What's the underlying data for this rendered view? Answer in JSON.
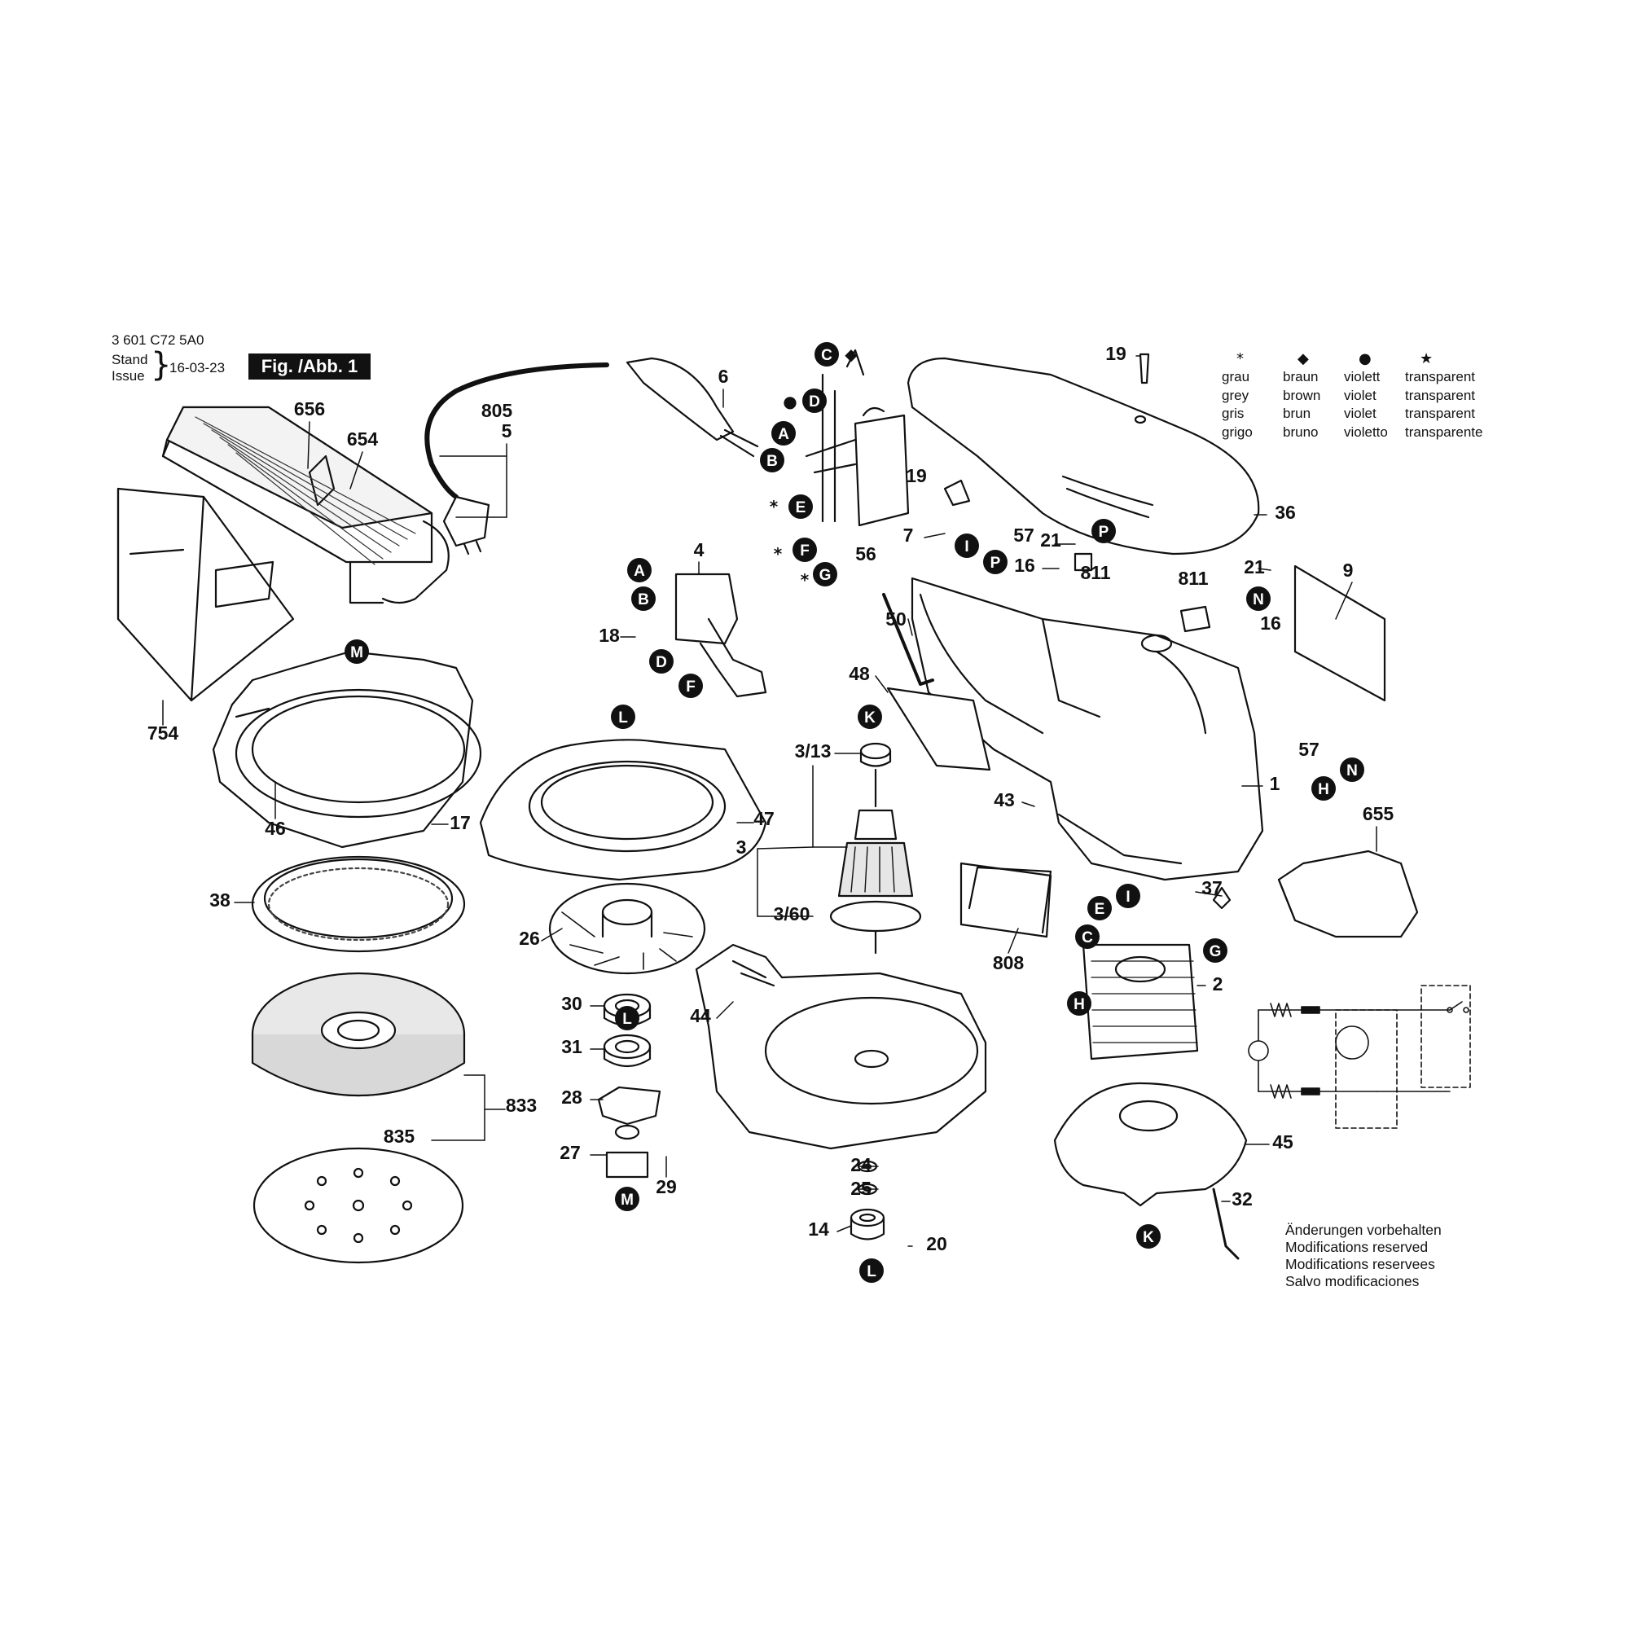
{
  "header": {
    "doc_number": "3 601 C72 5A0",
    "stand_label": "Stand",
    "issue_label": "Issue",
    "date": "16-03-23",
    "figure_label": "Fig. /Abb. 1"
  },
  "legend": {
    "columns": [
      {
        "symbol": "*",
        "labels": [
          "grau",
          "grey",
          "gris",
          "grigo"
        ]
      },
      {
        "symbol": "◆",
        "labels": [
          "braun",
          "brown",
          "brun",
          "bruno"
        ]
      },
      {
        "symbol": "●",
        "labels": [
          "violett",
          "violet",
          "violet",
          "violetto"
        ]
      },
      {
        "symbol": "★",
        "labels": [
          "transparent",
          "transparent",
          "transparent",
          "transparente"
        ]
      }
    ]
  },
  "notes": [
    "Änderungen vorbehalten",
    "Modifications reserved",
    "Modifications reservees",
    "Salvo modificaciones"
  ],
  "callouts": [
    "A",
    "B",
    "C",
    "D",
    "E",
    "F",
    "G",
    "H",
    "I",
    "K",
    "L",
    "M",
    "N",
    "P"
  ],
  "markers": {
    "star": "*",
    "diamond": "◆",
    "dot": "●"
  },
  "part_numbers": {
    "p1": "1",
    "p2": "2",
    "p3": "3",
    "p3_13": "3/13",
    "p3_60": "3/60",
    "p4": "4",
    "p5": "5",
    "p6": "6",
    "p7": "7",
    "p9": "9",
    "p14": "14",
    "p16": "16",
    "p17": "17",
    "p18": "18",
    "p19": "19",
    "p20": "20",
    "p21": "21",
    "p24": "24",
    "p25": "25",
    "p26": "26",
    "p27": "27",
    "p28": "28",
    "p29": "29",
    "p30": "30",
    "p31": "31",
    "p32": "32",
    "p36": "36",
    "p37": "37",
    "p38": "38",
    "p43": "43",
    "p44": "44",
    "p45": "45",
    "p46": "46",
    "p47": "47",
    "p48": "48",
    "p50": "50",
    "p56": "56",
    "p57": "57",
    "p654": "654",
    "p655": "655",
    "p656": "656",
    "p754": "754",
    "p805": "805",
    "p808": "808",
    "p811": "811",
    "p833": "833",
    "p835": "835"
  },
  "colors": {
    "ink": "#111111",
    "paper": "#ffffff",
    "shade": "#d8d8d8"
  }
}
